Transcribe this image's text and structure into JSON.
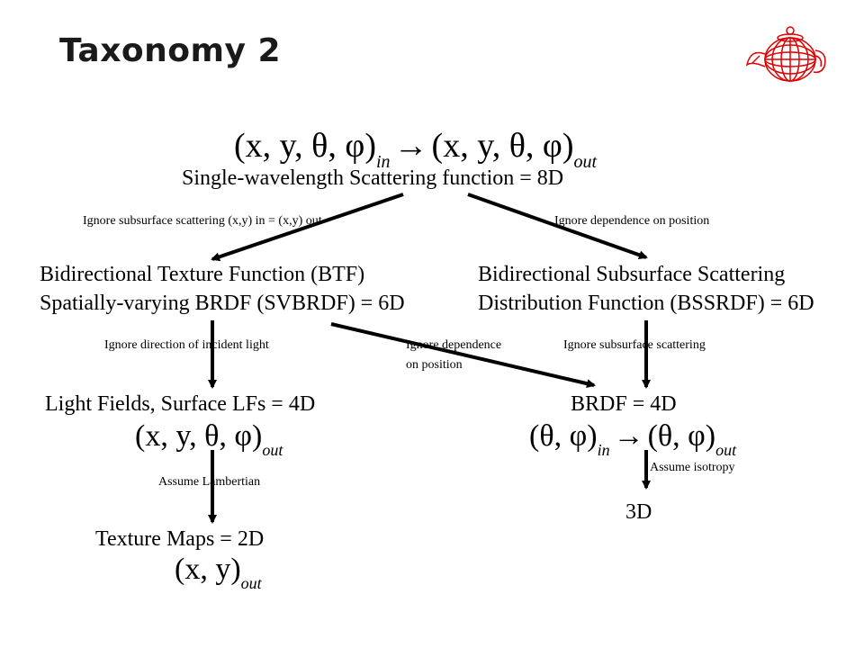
{
  "slide": {
    "title": "Taxonomy 2"
  },
  "top": {
    "formula_in": "(x, y, θ, φ)",
    "formula_in_sub": "in",
    "formula_arrow": "→",
    "formula_out": "(x, y, θ, φ)",
    "formula_out_sub": "out",
    "label": "Single-wavelength  Scattering function = 8D"
  },
  "edges": {
    "left_top": "Ignore subsurface scattering (x,y) in = (x,y) out",
    "right_top": "Ignore dependence on position",
    "btf_to_lf": "Ignore direction of incident light",
    "btf_to_brdf_line1": "Ignore dependence",
    "btf_to_brdf_line2": "on position",
    "bssrdf_to_brdf": "Ignore subsurface scattering",
    "lf_to_tex": "Assume Lambertian",
    "brdf_to_3d": "Assume isotropy"
  },
  "nodes": {
    "btf_line1": "Bidirectional Texture Function (BTF)",
    "btf_line2": "Spatially-varying BRDF (SVBRDF)  = 6D",
    "bssrdf_line1": "Bidirectional Subsurface Scattering",
    "bssrdf_line2": "Distribution Function (BSSRDF) = 6D",
    "lf": "Light Fields, Surface LFs = 4D",
    "lf_formula": "(x, y, θ, φ)",
    "lf_formula_sub": "out",
    "brdf": "BRDF = 4D",
    "brdf_formula_in": "(θ, φ)",
    "brdf_formula_in_sub": "in",
    "brdf_formula_arrow": "→",
    "brdf_formula_out": "(θ, φ)",
    "brdf_formula_out_sub": "out",
    "three_d": "3D",
    "tex": "Texture Maps = 2D",
    "tex_formula": "(x, y)",
    "tex_formula_sub": "out"
  },
  "colors": {
    "arrow": "#000000",
    "logo": "#e00000"
  },
  "icons": {
    "logo": "utah-teapot-wireframe-icon"
  }
}
